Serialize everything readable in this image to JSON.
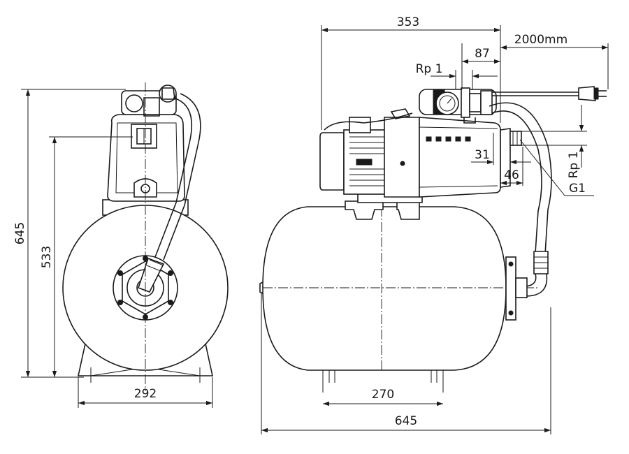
{
  "dimensions": {
    "front_total_height": "645",
    "front_tank_height": "533",
    "front_base_width": "292",
    "side_pump_length": "353",
    "side_cable_length": "2000mm",
    "side_switch_offset": "87",
    "side_inlet_thread": "Rp 1",
    "side_offset_31": "31",
    "side_offset_46": "46",
    "side_outlet_thread": "Rp 1",
    "side_outlet_connection": "G1",
    "side_foot_spacing": "270",
    "side_total_length": "645"
  }
}
